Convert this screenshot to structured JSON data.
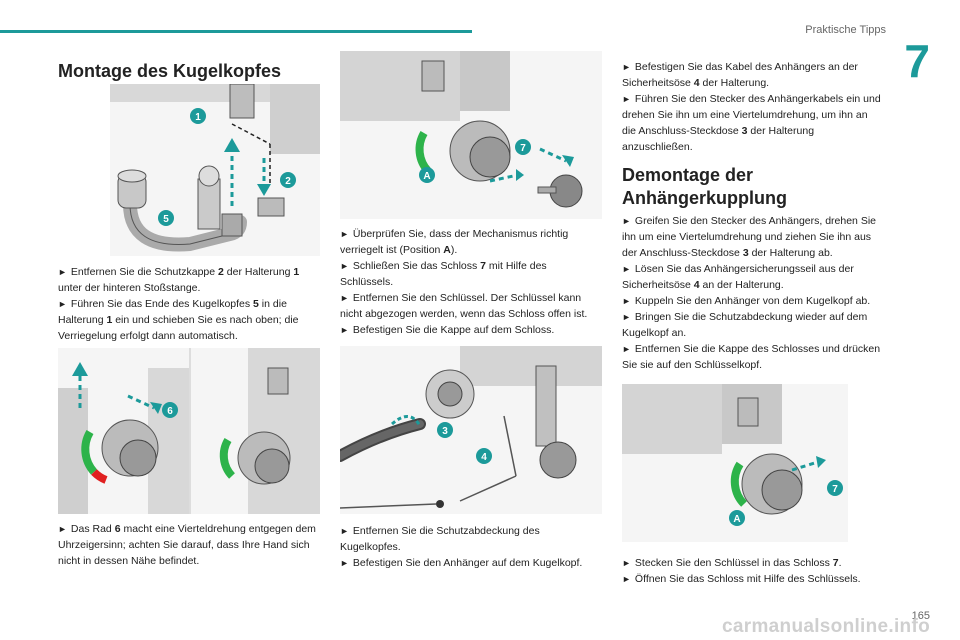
{
  "header": {
    "section": "Praktische Tipps",
    "chapter": "7"
  },
  "footer": {
    "page": "165",
    "watermark": "carmanualsonline.info"
  },
  "col1": {
    "title": "Montage des Kugelkopfes",
    "fig1": {
      "callouts": [
        "1",
        "2",
        "5"
      ]
    },
    "p1": {
      "a": "Entfernen Sie die Schutzkappe ",
      "b": "2",
      "c": " der Halterung ",
      "d": "1",
      "e": " unter der hinteren Stoßstange."
    },
    "p2": {
      "a": "Führen Sie das Ende des Kugelkopfes ",
      "b": "5",
      "c": " in die Halterung ",
      "d": "1",
      "e": " ein und schieben Sie es nach oben; die Verriegelung erfolgt dann automatisch."
    },
    "fig2": {
      "callouts": [
        "6"
      ]
    },
    "p3": {
      "a": "Das Rad ",
      "b": "6",
      "c": " macht eine Vierteldrehung entgegen dem Uhrzeigersinn; achten Sie darauf, dass Ihre Hand sich nicht in dessen Nähe befindet."
    }
  },
  "col2": {
    "fig1": {
      "callouts": [
        "7",
        "A"
      ]
    },
    "p1": {
      "a": "Überprüfen Sie, dass der Mechanismus richtig verriegelt ist (Position ",
      "b": "A",
      "c": ")."
    },
    "p2": {
      "a": "Schließen Sie das Schloss ",
      "b": "7",
      "c": " mit Hilfe des Schlüssels."
    },
    "p3": {
      "a": "Entfernen Sie den Schlüssel. Der Schlüssel kann nicht abgezogen werden, wenn das Schloss offen ist."
    },
    "p4": {
      "a": "Befestigen Sie die Kappe auf dem Schloss."
    },
    "fig2": {
      "callouts": [
        "3",
        "4"
      ]
    },
    "p5": {
      "a": "Entfernen Sie die Schutzabdeckung des Kugelkopfes."
    },
    "p6": {
      "a": "Befestigen Sie den Anhänger auf dem Kugelkopf."
    }
  },
  "col3": {
    "p1": {
      "a": "Befestigen Sie das Kabel des Anhängers an der Sicherheitsöse ",
      "b": "4",
      "c": " der Halterung."
    },
    "p2": {
      "a": "Führen Sie den Stecker des Anhängerkabels ein und drehen Sie ihn um eine Viertelumdrehung, um ihn an die Anschluss-Steckdose ",
      "b": "3",
      "c": " der Halterung anzuschließen."
    },
    "title": "Demontage der Anhängerkupplung",
    "p3": {
      "a": "Greifen Sie den Stecker des Anhängers, drehen Sie ihn um eine Viertelumdrehung und ziehen Sie ihn aus der Anschluss-Steckdose ",
      "b": "3",
      "c": " der Halterung ab."
    },
    "p4": {
      "a": "Lösen Sie das Anhängersicherungsseil aus der Sicherheitsöse ",
      "b": "4",
      "c": " an der Halterung."
    },
    "p5": {
      "a": "Kuppeln Sie den Anhänger von dem Kugelkopf ab."
    },
    "p6": {
      "a": "Bringen Sie die Schutzabdeckung wieder auf dem Kugelkopf an."
    },
    "p7": {
      "a": "Entfernen Sie die Kappe des Schlosses und drücken Sie sie auf den Schlüsselkopf."
    },
    "fig1": {
      "callouts": [
        "7",
        "A"
      ]
    },
    "p8": {
      "a": "Stecken Sie den Schlüssel in das Schloss ",
      "b": "7",
      "c": "."
    },
    "p9": {
      "a": "Öffnen Sie das Schloss mit Hilfe des Schlüssels."
    }
  },
  "colors": {
    "accent": "#1c9a9a",
    "green": "#2db34a",
    "red": "#e02020"
  },
  "icons": {
    "bullet": "arrow-bullet-icon",
    "callout": "numbered-callout-icon"
  }
}
